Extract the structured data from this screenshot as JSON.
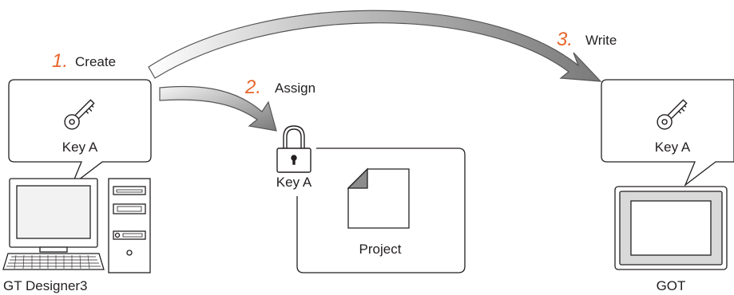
{
  "colors": {
    "step_number": "#e8652a",
    "arrow": "#7f7f7f",
    "outline": "#231f20"
  },
  "steps": [
    {
      "number": "1.",
      "label": "Create"
    },
    {
      "number": "2.",
      "label": "Assign"
    },
    {
      "number": "3.",
      "label": "Write"
    }
  ],
  "designer": {
    "key_label": "Key A",
    "caption": "GT Designer3",
    "key_icon": "key-icon",
    "pc_icon": "personal-computer-icon"
  },
  "project": {
    "lock_label": "Key A",
    "caption": "Project",
    "lock_icon": "padlock-icon",
    "document_icon": "document-icon"
  },
  "got": {
    "key_label": "Key A",
    "caption": "GOT",
    "key_icon": "key-icon",
    "panel_icon": "touch-panel-icon"
  }
}
